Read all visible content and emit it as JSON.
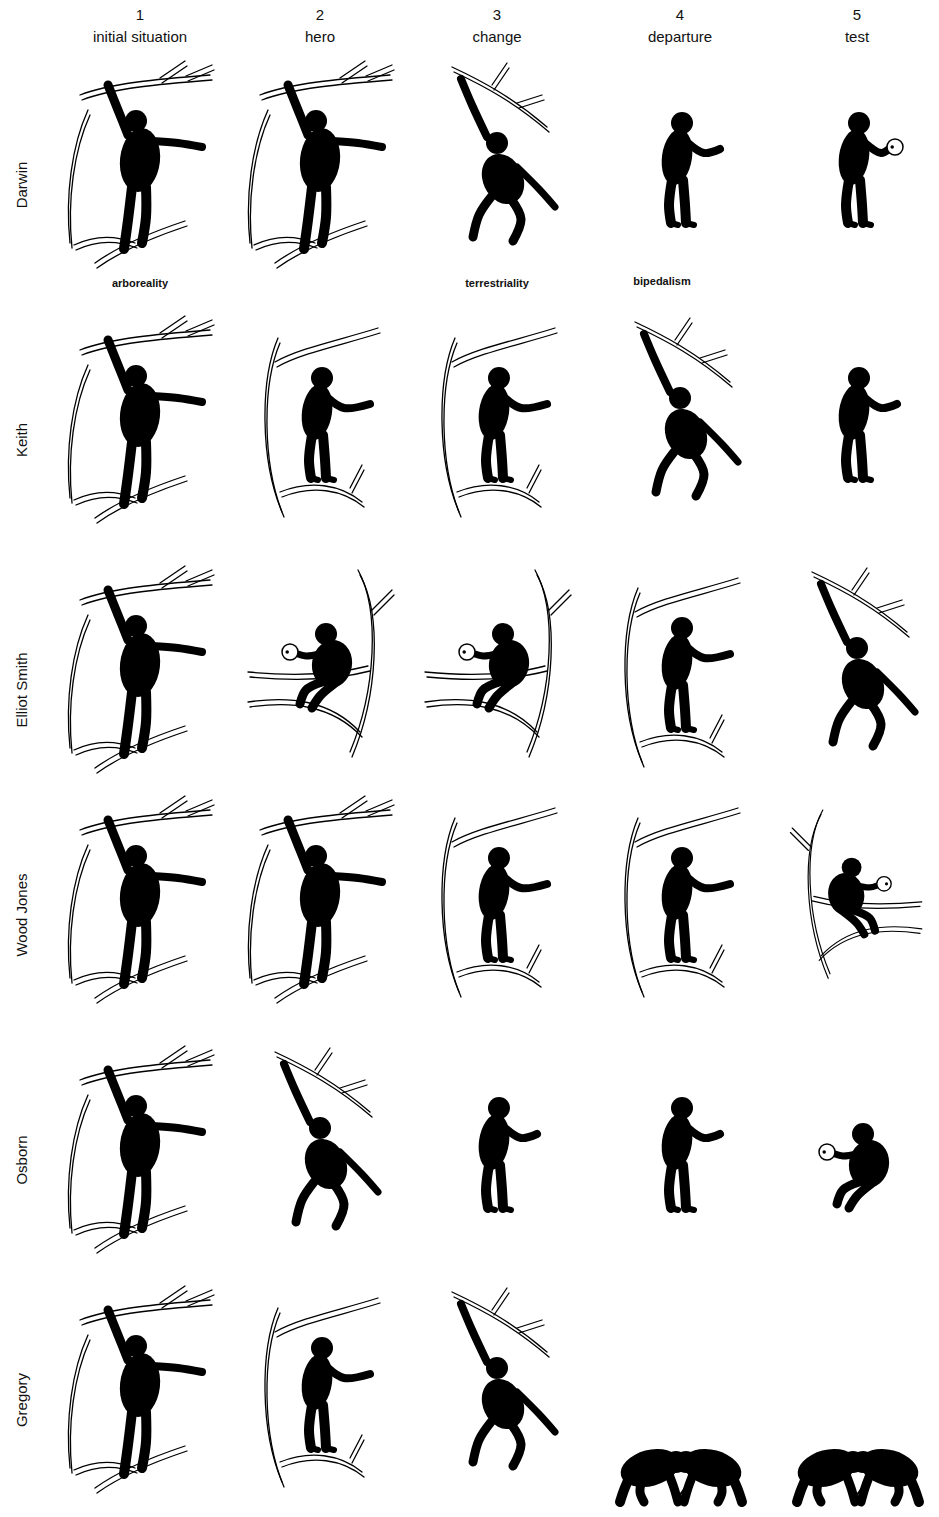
{
  "diagram": {
    "labels": [
      "1",
      "initial situation",
      "2",
      "hero",
      "3",
      "change",
      "4",
      "departure",
      "5",
      "test",
      "Darwin",
      "arboreality",
      "terrestriality",
      "bipedalism",
      "Keith",
      "Elliot Smith",
      "Wood Jones",
      "Osborn",
      "Gregory"
    ]
  }
}
